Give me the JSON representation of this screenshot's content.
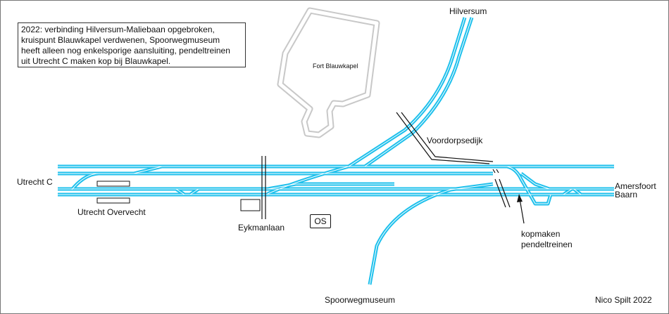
{
  "note": {
    "lines": [
      "2022: verbinding Hilversum-Maliebaan opgebroken,",
      "kruispunt Blauwkapel verdwenen, Spoorwegmuseum",
      "heeft alleen nog enkelsporige aansluiting, pendeltreinen",
      "uit Utrecht C maken kop bij Blauwkapel."
    ]
  },
  "labels": {
    "hilversum": "Hilversum",
    "fort": "Fort Blauwkapel",
    "voordorpsedijk": "Voordorpsedijk",
    "utrecht_c": "Utrecht C",
    "utrecht_overvecht": "Utrecht Overvecht",
    "eykmanlaan": "Eykmanlaan",
    "os": "OS",
    "amersfoort": "Amersfoort",
    "baarn": "Baarn",
    "kopmaken_1": "kopmaken",
    "kopmaken_2": "pendeltreinen",
    "spoorwegmuseum": "Spoorwegmuseum",
    "credit": "Nico Spilt 2022"
  },
  "colors": {
    "track": "#1ec0ec",
    "track_inner": "#ffffff",
    "fort_outline": "#c8c8c8",
    "road": "#111111"
  }
}
